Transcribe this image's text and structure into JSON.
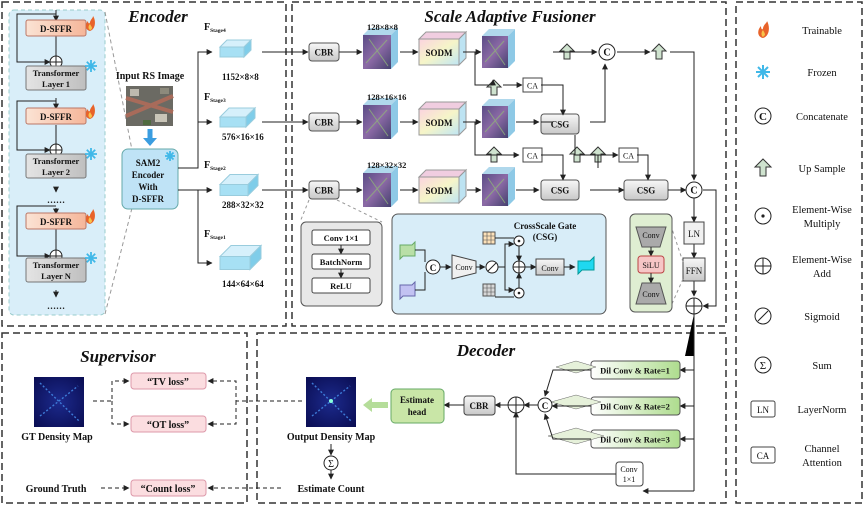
{
  "sections": {
    "encoder": "Encoder",
    "fusioner": "Scale Adaptive Fusioner",
    "supervisor": "Supervisor",
    "decoder": "Decoder"
  },
  "encoder": {
    "blocks": [
      "D-SFFR",
      "Transformer Layer 1",
      "D-SFFR",
      "Transformer Layer 2",
      "……",
      "D-SFFR",
      "Transformer Layer N",
      "……"
    ],
    "input_label": "Input RS Image",
    "sam2_label": [
      "SAM2",
      "Encoder",
      "With",
      "D-SFFR"
    ],
    "stages": [
      {
        "label": "F",
        "sub": "Stage4",
        "dims": "1152×8×8"
      },
      {
        "label": "F",
        "sub": "Stage3",
        "dims": "576×16×16"
      },
      {
        "label": "F",
        "sub": "Stage2",
        "dims": "288×32×32"
      },
      {
        "label": "F",
        "sub": "Stage1",
        "dims": "144×64×64"
      }
    ]
  },
  "fusioner": {
    "cbr": "CBR",
    "sodm": "SODM",
    "ca": "CA",
    "csg": "CSG",
    "ln": "LN",
    "ffn": "FFN",
    "dims": [
      "128×8×8",
      "128×16×16",
      "128×32×32"
    ],
    "cbr_detail": [
      "Conv 1×1",
      "BatchNorm",
      "ReLU"
    ],
    "csg_title": [
      "CrossScale Gate",
      "(CSG)"
    ],
    "csg_conv": "Conv",
    "ffn_detail": [
      "Conv",
      "SiLU",
      "Conv"
    ],
    "concat_symbol": "C"
  },
  "decoder": {
    "dil": [
      "Dil Conv & Rate=1",
      "Dil Conv & Rate=2",
      "Dil Conv & Rate=3"
    ],
    "conv11": [
      "Conv",
      "1×1"
    ],
    "cbr": "CBR",
    "estimate_head": [
      "Estimate",
      "head"
    ],
    "output": "Output Density Map",
    "estimate_count": "Estimate Count",
    "sum_symbol": "Σ"
  },
  "supervisor": {
    "gt": "GT Density Map",
    "tv": "“TV loss”",
    "ot": "“OT loss”",
    "count": "“Count loss”",
    "ground_truth": "Ground Truth"
  },
  "legend": [
    {
      "icon": "flame-icon",
      "label": [
        "Trainable"
      ]
    },
    {
      "icon": "snowflake-icon",
      "label": [
        "Frozen"
      ]
    },
    {
      "icon": "concatenate-icon",
      "label": [
        "Concatenate"
      ]
    },
    {
      "icon": "upsample-icon",
      "label": [
        "Up Sample"
      ]
    },
    {
      "icon": "multiply-icon",
      "label": [
        "Element-Wise",
        "Multiply"
      ]
    },
    {
      "icon": "add-icon",
      "label": [
        "Element-Wise",
        "Add"
      ]
    },
    {
      "icon": "sigmoid-icon",
      "label": [
        "Sigmoid"
      ]
    },
    {
      "icon": "sum-icon",
      "label": [
        "Sum"
      ]
    },
    {
      "icon": "layernorm-icon",
      "label": [
        "LayerNorm"
      ],
      "glyph": "LN"
    },
    {
      "icon": "channel-attention-icon",
      "label": [
        "Channel",
        "Attention"
      ],
      "glyph": "CA"
    }
  ],
  "colors": {
    "frozen_blue": "#40b8e8",
    "trainable_orange": "#e8632a",
    "feature_cube": "#9fdcf2",
    "csg_panel": "#d8edf8",
    "ffn_panel": "#dfeed2",
    "loss_box": "#fbdde0",
    "estimate_head": "#c9e6a7"
  }
}
